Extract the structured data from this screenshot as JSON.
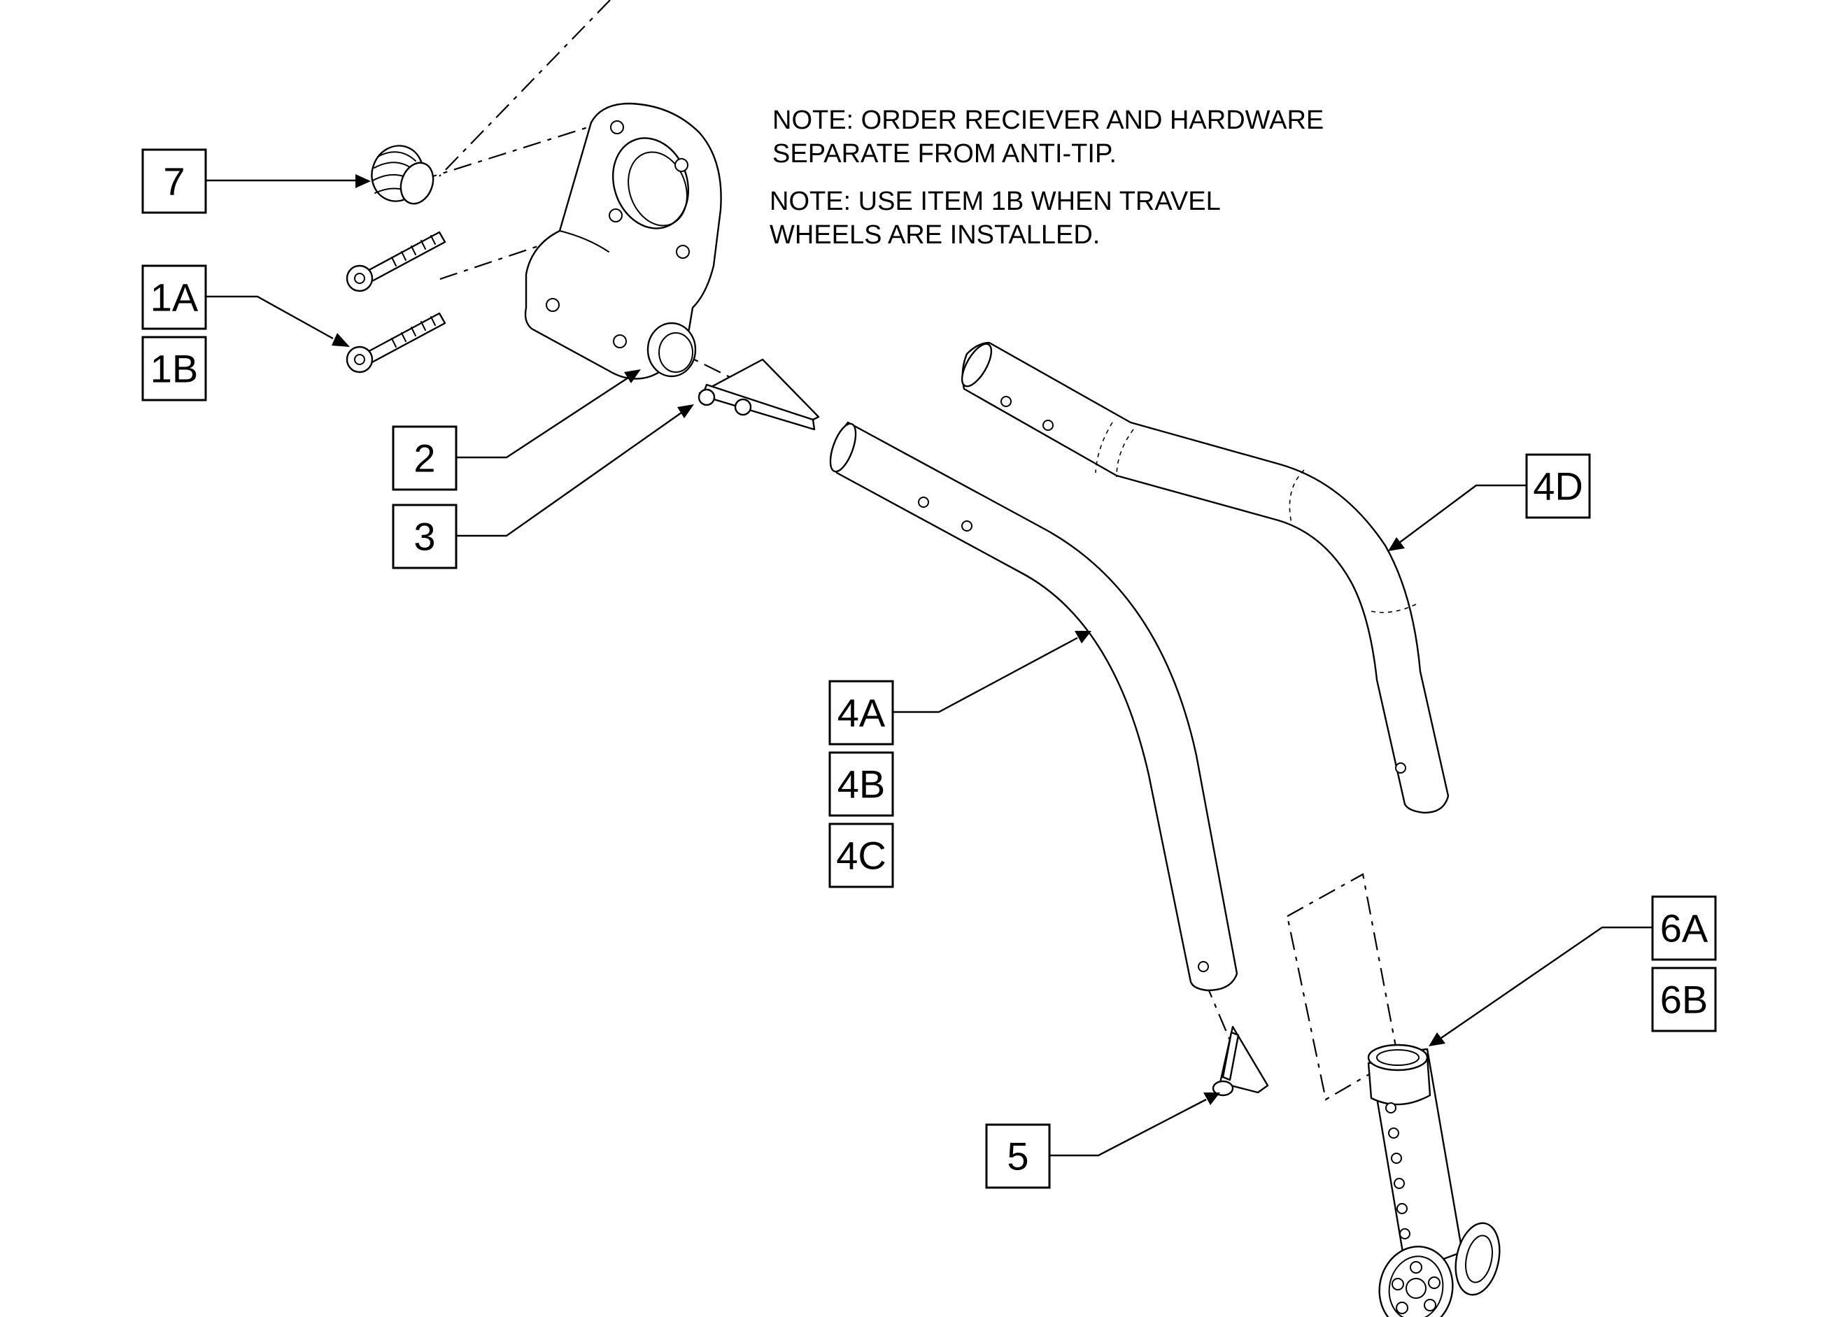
{
  "notes": [
    {
      "line1": "NOTE: ORDER RECIEVER AND HARDWARE",
      "line2": "SEPARATE FROM ANTI-TIP."
    },
    {
      "line1": "NOTE: USE ITEM 1B WHEN TRAVEL",
      "line2": "WHEELS ARE INSTALLED."
    }
  ],
  "labels": {
    "item_7": "7",
    "item_1a": "1A",
    "item_1b": "1B",
    "item_2": "2",
    "item_3": "3",
    "item_4a": "4A",
    "item_4b": "4B",
    "item_4c": "4C",
    "item_4d": "4D",
    "item_5": "5",
    "item_6a": "6A",
    "item_6b": "6B"
  },
  "parts": {
    "plug": "end-cap-plug",
    "screws": "cap-screw",
    "receiver": "anti-tip-receiver",
    "pin_upper": "detent-pin",
    "tube_straight": "anti-tip-tube",
    "tube_bent": "anti-tip-tube-bent",
    "pin_lower": "detent-pin",
    "wheel_assembly": "anti-tip-wheel-assembly"
  },
  "colors": {
    "line": "#000000",
    "background": "#ffffff"
  }
}
